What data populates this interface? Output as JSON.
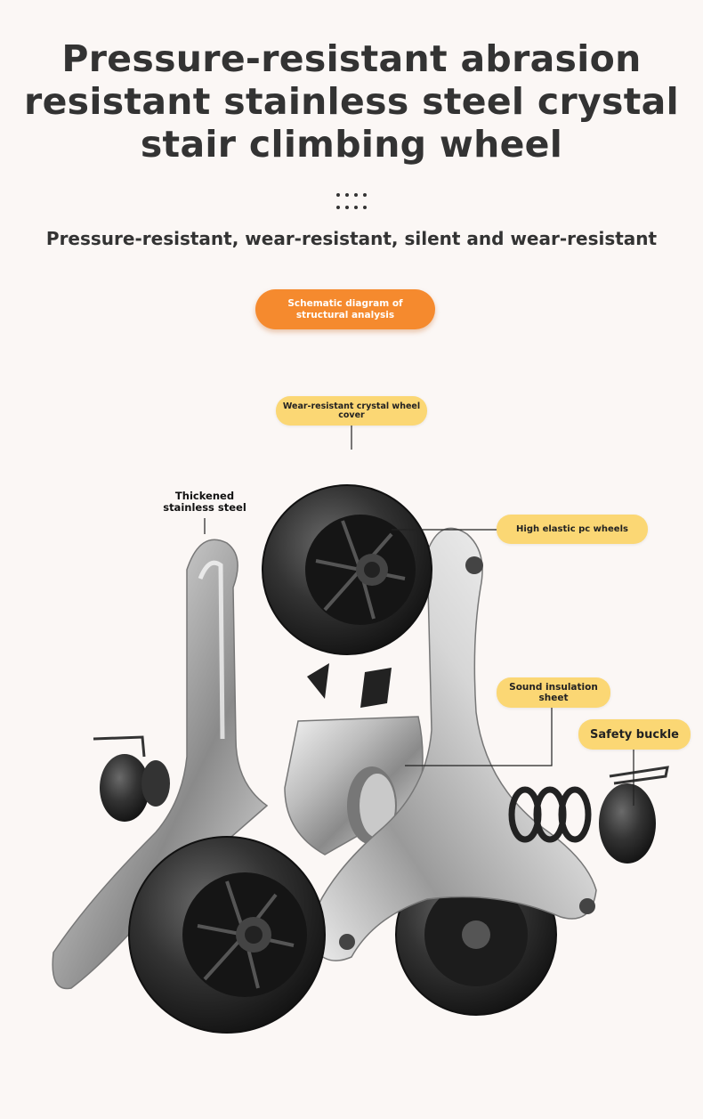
{
  "title": {
    "line1": "Pressure-resistant abrasion",
    "line2": "resistant stainless steel crystal",
    "line3": "stair climbing wheel"
  },
  "subtitle": "Pressure-resistant, wear-resistant, silent and wear-resistant",
  "badge": "Schematic diagram of\nstructural analysis",
  "callouts": {
    "wheel_cover": "Wear-resistant crystal wheel\ncover",
    "pc_wheels": "High elastic pc wheels",
    "sound_sheet": "Sound insulation\nsheet",
    "safety_buckle": "Safety buckle",
    "stainless": "Thickened\nstainless steel"
  },
  "colors": {
    "background": "#fbf7f5",
    "accent_orange": "#f58a2e",
    "callout_yellow": "#fbd774",
    "text_dark": "#333333"
  }
}
